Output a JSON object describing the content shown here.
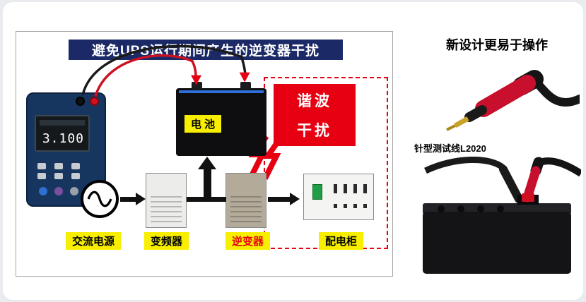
{
  "colors": {
    "banner_bg": "#1b2a67",
    "accent_red": "#e60012",
    "label_yellow": "#f8ef00"
  },
  "diagram": {
    "title": "避免UPS运行期间产生的逆变器干扰",
    "tester_display": "3.100",
    "battery_tag": "电 池",
    "harmonic_line1": "谐波",
    "harmonic_line2": "干扰",
    "ac_source_label": "交流电源",
    "converter_label": "变频器",
    "inverter_label": "逆变器",
    "cabinet_label": "配电柜"
  },
  "side": {
    "heading": "新设计更易于操作",
    "probe_label": "针型测试线L2020"
  }
}
